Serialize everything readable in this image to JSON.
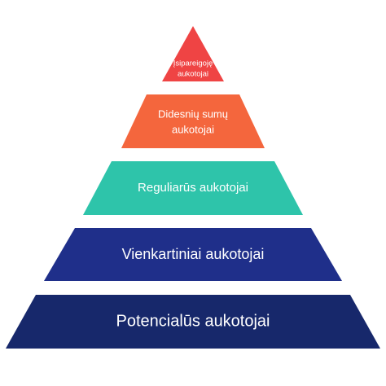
{
  "pyramid": {
    "tiers": [
      {
        "lines": [
          "Įsipareigoję",
          "aukotojai"
        ],
        "color": "#ef4444"
      },
      {
        "lines": [
          "Didesnių sumų",
          "aukotojai"
        ],
        "color": "#f4663d"
      },
      {
        "lines": [
          "Reguliarūs aukotojai"
        ],
        "color": "#2ec4aa"
      },
      {
        "lines": [
          "Vienkartiniai aukotojai"
        ],
        "color": "#1f2f8a"
      },
      {
        "lines": [
          "Potencialūs aukotojai"
        ],
        "color": "#17286b"
      }
    ]
  }
}
